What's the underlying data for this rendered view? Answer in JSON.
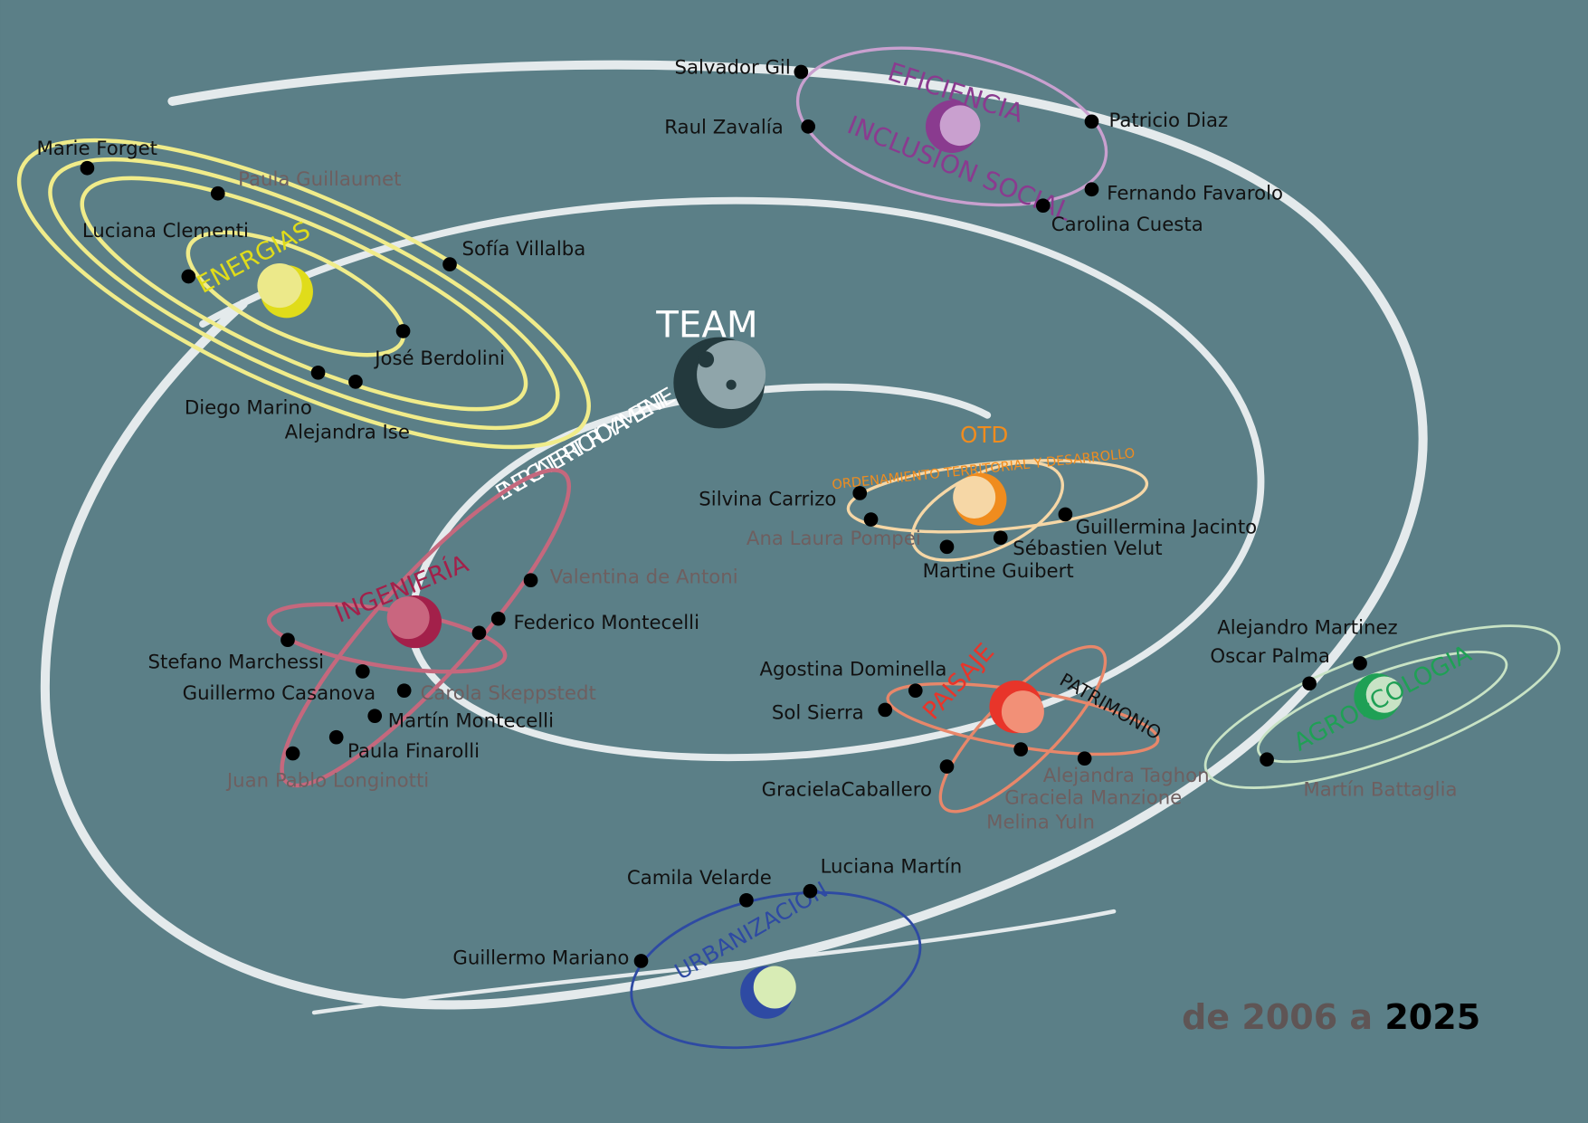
{
  "title": "TEAM",
  "subtitle": "ENERGIA TERRITORIO Y AMBIENTE",
  "footer": {
    "prefix": "de 2006 a ",
    "year": "2025"
  },
  "colors": {
    "background": "#5b7f87",
    "swirl": "#e4eaec"
  },
  "groups": {
    "energias": {
      "label": "ENERGIAS",
      "color": "#e0dc1a",
      "members": [
        "Marie Forget",
        "Paula Guillaumet",
        "Luciana Clementi",
        "Sofía Villalba",
        "José Berdolini",
        "Diego Marino",
        "Alejandra Ise"
      ]
    },
    "eficiencia": {
      "label": "EFICIENCIA",
      "label2": "INCLUSION SOCIAL",
      "color": "#8a3b8f",
      "members": [
        "Salvador Gil",
        "Raul Zavalía",
        "Patricio Diaz",
        "Fernando Favarolo",
        "Carolina Cuesta"
      ]
    },
    "otd": {
      "label": "OTD",
      "label2": "ORDENAMIENTO TERRITORIAL Y DESARROLLO",
      "color": "#f08c1e",
      "members": [
        "Silvina Carrizo",
        "Ana Laura Pompei",
        "Guillermina Jacinto",
        "Sébastien Velut",
        "Martine Guibert"
      ]
    },
    "ingenieria": {
      "label": "INGENIERÍA",
      "color": "#a3204a",
      "members": [
        "Valentina de Antoni",
        "Federico Montecelli",
        "Stefano Marchessi",
        "Guillermo Casanova",
        "Carola Skeppstedt",
        "Martín Montecelli",
        "Paula Finarolli",
        "Juan Pablo Longinotti"
      ]
    },
    "paisaje": {
      "label": "PAISAJE",
      "label2": "PATRIMONIO",
      "color": "#e8352a",
      "members": [
        "Agostina Dominella",
        "Sol Sierra",
        "GracielaCaballero",
        "Alejandra Taghon",
        "Graciela Manzione",
        "Melina Yuln"
      ]
    },
    "agroecologia": {
      "label": "AGROECOLOGIA",
      "color": "#1fa055",
      "members": [
        "Alejandro Martinez",
        "Oscar Palma",
        "Martín Battaglia"
      ]
    },
    "urbanizacion": {
      "label": "URBANIZACION",
      "color": "#2e4aa3",
      "members": [
        "Camila Velarde",
        "Luciana Martín",
        "Guillermo Mariano"
      ]
    }
  }
}
